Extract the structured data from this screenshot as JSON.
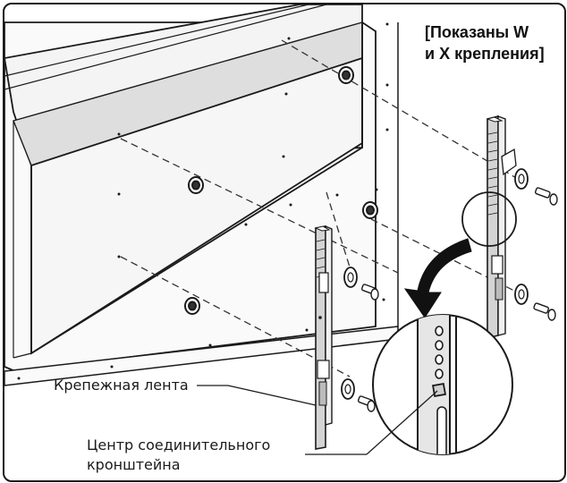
{
  "callout": {
    "line1": "[Показаны W",
    "line2": "и X крепления]"
  },
  "labels": {
    "mounting_strip": "Крепежная лента",
    "bracket_center_line1": "Центр соединительного",
    "bracket_center_line2": "кронштейна"
  },
  "colors": {
    "line": "#1a1a1a",
    "panel_shade": "#d9d9d9",
    "panel_face": "#f2f2f2",
    "arrow": "#111111"
  },
  "icons": [
    "curved-arrow-icon",
    "screw-icon",
    "washer-icon",
    "magnifier-circle-icon"
  ]
}
